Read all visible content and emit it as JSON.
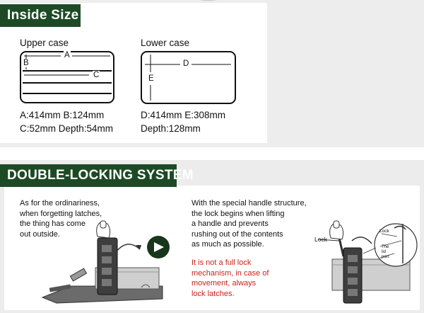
{
  "inside_size": {
    "title": "Inside Size",
    "upper_case": {
      "label": "Upper case",
      "markers": {
        "a": "A",
        "b": "B",
        "c": "C"
      },
      "dims_line1": "A:414mm  B:124mm",
      "dims_line2": "C:52mm  Depth:54mm"
    },
    "lower_case": {
      "label": "Lower case",
      "markers": {
        "d": "D",
        "e": "E"
      },
      "dims_line1": "D:414mm  E:308mm",
      "dims_line2": "Depth:128mm"
    }
  },
  "locking": {
    "title": "DOUBLE-LOCKING SYSTEM",
    "left_text": [
      "As for the ordinariness,",
      "when forgetting latches,",
      "the thing has come",
      "out outside."
    ],
    "right_text": [
      "With the special handle structure,",
      "the lock begins when lifting",
      "a handle and prevents",
      "rushing out of the contents",
      "as much as possible."
    ],
    "warning_text": [
      "It is not a full lock",
      "mechanism, in case of",
      "movement, always",
      "lock latches."
    ],
    "arrow_icon": "chevron-right-icon",
    "right_illustration": {
      "lock_label": "Lock",
      "inset_lock_label": "Lock",
      "inset_lid_label": [
        "The",
        "lid",
        "part"
      ]
    }
  },
  "colors": {
    "section_bar": "#1d4a25",
    "warning_text": "#c8231b",
    "arrow_circle": "#17361c"
  }
}
